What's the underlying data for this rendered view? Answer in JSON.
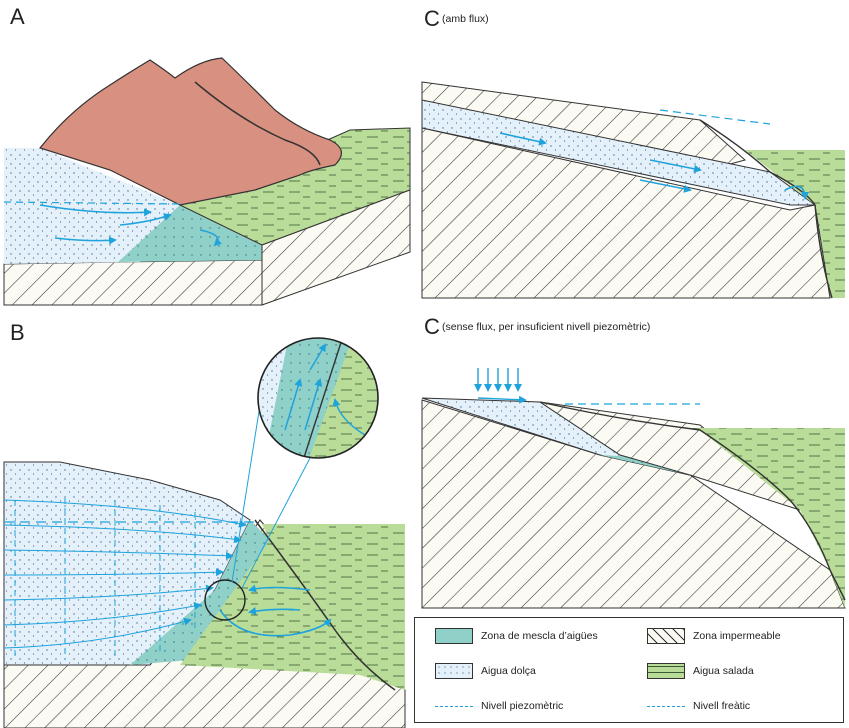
{
  "panels": {
    "a": {
      "letter": "A"
    },
    "b": {
      "letter": "B"
    },
    "c1": {
      "letter": "C",
      "note": "(amb flux)"
    },
    "c2": {
      "letter": "C",
      "note": "(sense flux, per insuficient nivell piezomètric)"
    }
  },
  "legend": {
    "mixing_zone": "Zona de mescla d’aigües",
    "impermeable_zone": "Zona impermeable",
    "fresh_water": "Aigua dolça",
    "salt_water": "Aigua salada",
    "piezometric_level": "Nivell piezomètric",
    "water_table": "Nivell freàtic"
  },
  "colors": {
    "fresh_water": "#e4f1fb",
    "salt_water": "#b9dd98",
    "mixing_zone": "#8fd0c8",
    "mountain": "#d89080",
    "flow_arrow": "#1fa3dd",
    "outline": "#222222"
  }
}
